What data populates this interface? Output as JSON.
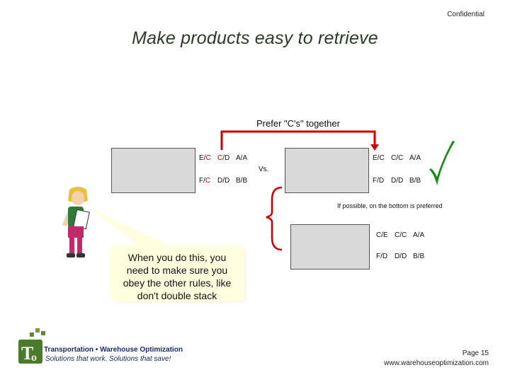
{
  "header": {
    "confidential": "Confidential",
    "title": "Make products easy to retrieve"
  },
  "diagram": {
    "prefer_label": "Prefer \"C's\" together",
    "vs_label": "Vs.",
    "note_label": "If possible, on the bottom is preferred",
    "left_rack": {
      "top_row": [
        "E/C",
        "C/D",
        "A/A"
      ],
      "bottom_row": [
        "F/C",
        "D/D",
        "B/B"
      ]
    },
    "right_rack": {
      "top_row": [
        "E/C",
        "C/C",
        "A/A"
      ],
      "bottom_row": [
        "F/D",
        "D/D",
        "B/B"
      ]
    },
    "lower_rack": {
      "top_row": [
        "C/E",
        "C/C",
        "A/A"
      ],
      "bottom_row": [
        "F/D",
        "D/D",
        "B/B"
      ]
    },
    "arrow_color": "#cc0000",
    "check_color": "#1a8a1a",
    "brace_color": "#cc0000"
  },
  "callout": {
    "text": "When you do this, you need to make sure you obey the other rules, like don't double stack"
  },
  "footer": {
    "logo_main": "Transportation • Warehouse Optimization",
    "logo_tag": "Solutions that work. Solutions that save!",
    "page_number": "Page 15",
    "website": "www.warehouseoptimization.com"
  }
}
